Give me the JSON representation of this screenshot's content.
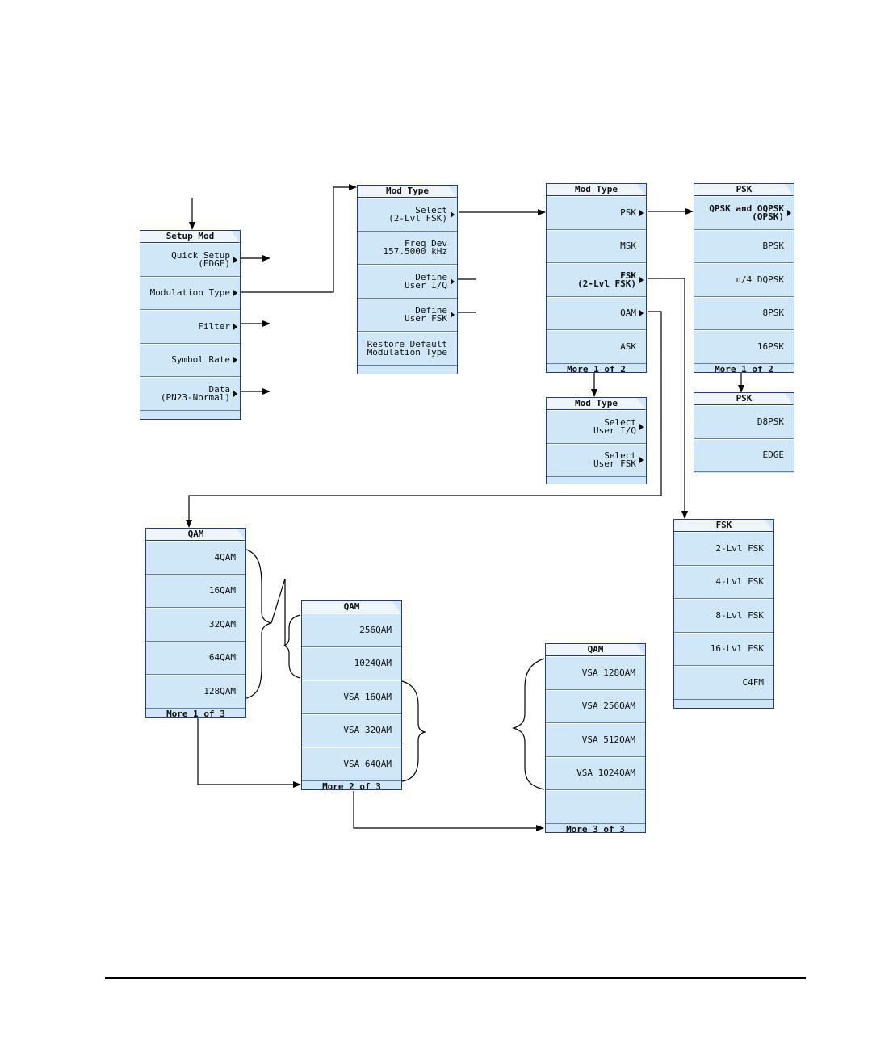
{
  "menus": {
    "setup_mod": {
      "title": "Setup Mod",
      "keys": [
        {
          "l1": "Quick Setup",
          "l2": "(EDGE)"
        },
        {
          "l1": "Modulation Type",
          "l2": ""
        },
        {
          "l1": "Filter",
          "l2": ""
        },
        {
          "l1": "Symbol Rate",
          "l2": ""
        },
        {
          "l1": "Data",
          "l2": "(PN23-Normal)"
        }
      ]
    },
    "mod_type_a": {
      "title": "Mod Type",
      "keys": [
        {
          "l1": "Select",
          "l2": "(2-Lvl FSK)"
        },
        {
          "l1": "Freq Dev",
          "l2": "157.5000 kHz"
        },
        {
          "l1": "Define",
          "l2": "User I/Q"
        },
        {
          "l1": "Define",
          "l2": "User FSK"
        },
        {
          "l1": "Restore Default",
          "l2": "Modulation Type"
        }
      ]
    },
    "mod_type_b": {
      "title": "Mod Type",
      "keys": [
        {
          "l1": "PSK",
          "l2": ""
        },
        {
          "l1": "MSK",
          "l2": ""
        },
        {
          "l1": "FSK",
          "l2": "(2-Lvl FSK)"
        },
        {
          "l1": "QAM",
          "l2": ""
        },
        {
          "l1": "ASK",
          "l2": ""
        }
      ],
      "footer": "More 1 of 2"
    },
    "mod_type_c": {
      "title": "Mod Type",
      "keys": [
        {
          "l1": "Select",
          "l2": "User I/Q"
        },
        {
          "l1": "Select",
          "l2": "User FSK"
        }
      ]
    },
    "psk_1": {
      "title": "PSK",
      "keys": [
        {
          "l1": "QPSK and OQPSK",
          "l2": "(QPSK)"
        },
        {
          "l1": "BPSK",
          "l2": ""
        },
        {
          "l1": "π/4 DQPSK",
          "l2": ""
        },
        {
          "l1": "8PSK",
          "l2": ""
        },
        {
          "l1": "16PSK",
          "l2": ""
        }
      ],
      "footer": "More 1 of 2"
    },
    "psk_2": {
      "title": "PSK",
      "keys": [
        {
          "l1": "D8PSK",
          "l2": ""
        },
        {
          "l1": "EDGE",
          "l2": ""
        }
      ]
    },
    "fsk": {
      "title": "FSK",
      "keys": [
        {
          "l1": "2-Lvl FSK",
          "l2": ""
        },
        {
          "l1": "4-Lvl FSK",
          "l2": ""
        },
        {
          "l1": "8-Lvl FSK",
          "l2": ""
        },
        {
          "l1": "16-Lvl FSK",
          "l2": ""
        },
        {
          "l1": "C4FM",
          "l2": ""
        }
      ]
    },
    "qam_1": {
      "title": "QAM",
      "keys": [
        {
          "l1": "4QAM",
          "l2": ""
        },
        {
          "l1": "16QAM",
          "l2": ""
        },
        {
          "l1": "32QAM",
          "l2": ""
        },
        {
          "l1": "64QAM",
          "l2": ""
        },
        {
          "l1": "128QAM",
          "l2": ""
        }
      ],
      "footer": "More 1 of 3"
    },
    "qam_2": {
      "title": "QAM",
      "keys": [
        {
          "l1": "256QAM",
          "l2": ""
        },
        {
          "l1": "1024QAM",
          "l2": ""
        },
        {
          "l1": "VSA 16QAM",
          "l2": ""
        },
        {
          "l1": "VSA 32QAM",
          "l2": ""
        },
        {
          "l1": "VSA 64QAM",
          "l2": ""
        }
      ],
      "footer": "More 2 of 3"
    },
    "qam_3": {
      "title": "QAM",
      "keys": [
        {
          "l1": "VSA 128QAM",
          "l2": ""
        },
        {
          "l1": "VSA 256QAM",
          "l2": ""
        },
        {
          "l1": "VSA 512QAM",
          "l2": ""
        },
        {
          "l1": "VSA 1024QAM",
          "l2": ""
        },
        {
          "l1": "",
          "l2": ""
        }
      ],
      "footer": "More 3 of 3"
    }
  },
  "colors": {
    "key_fill": "#cfe7f7",
    "border": "#1f3b8f",
    "arrow": "#000000"
  }
}
